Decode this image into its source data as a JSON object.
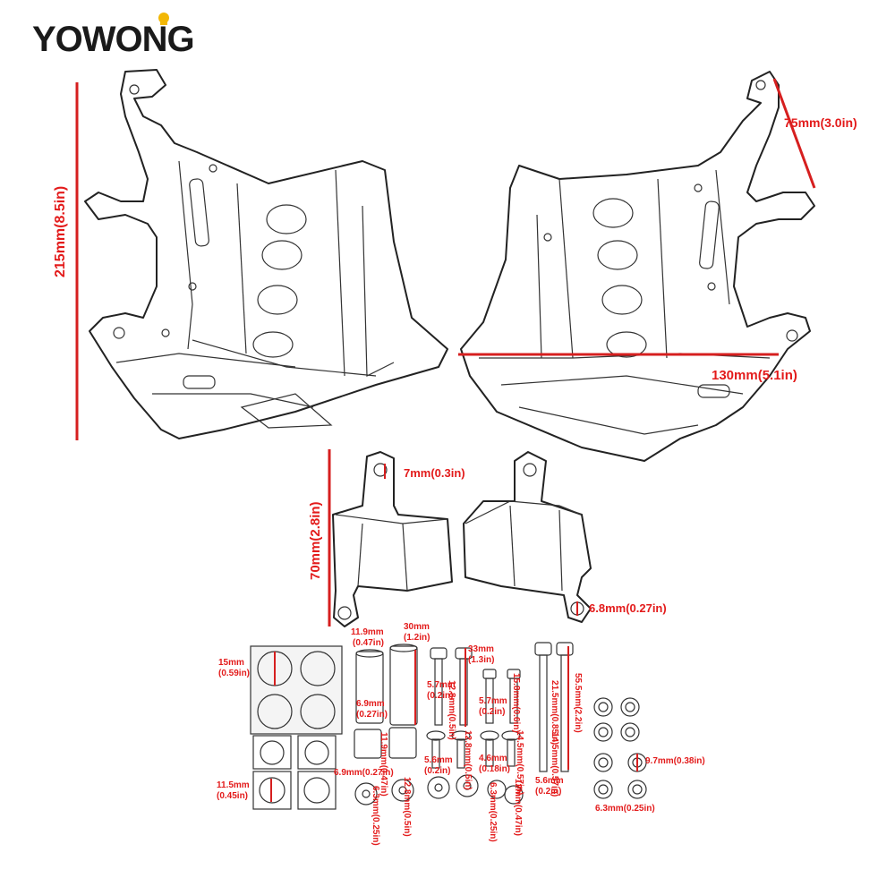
{
  "brand": {
    "logo": "YOWONG",
    "accent": "#e31b1b",
    "logo_color": "#1a1a1a",
    "logo_mark_color": "#f2b705"
  },
  "dimensions": {
    "height_main": "215mm(8.5in)",
    "bracket_arm": "75mm(3.0in)",
    "width_main": "130mm(5.1in)",
    "small_guard_height": "70mm(2.8in)",
    "small_hole_top": "7mm(0.3in)",
    "small_hole_bottom": "6.8mm(0.27in)"
  },
  "hardware": {
    "pad_large_mm": "15mm",
    "pad_large_in": "(0.59in)",
    "pad_small_mm": "11.5mm",
    "pad_small_in": "(0.45in)",
    "spacer_od_mm": "11.9mm",
    "spacer_od_in": "(0.47in)",
    "spacer_len_mm": "30mm",
    "spacer_len_in": "(1.2in)",
    "spacer_id_mm": "6.9mm",
    "spacer_id_in": "(0.27in)",
    "spacer_id2": "6.9mm(0.27in)",
    "spacer2_len": "11.9mm(0.47in)",
    "bolt33_mm": "33mm",
    "bolt33_in": "(1.3in)",
    "bolt_head_mm": "5.7mm",
    "bolt_head_in": "(0.2in)",
    "bolt_v1": "12.8mm(0.5in)",
    "bolt_s1_mm": "5.7mm",
    "bolt_s1_in": "(0.2in)",
    "bolt_v2": "15.8mm(0.6in)",
    "bolt_b1_mm": "5.6mm",
    "bolt_b1_in": "(0.2in)",
    "bolt_v3": "12.8mm(0.5in)",
    "bolt_b2_mm": "4.6mm",
    "bolt_b2_in": "(0.18in)",
    "bolt_v4": "14.5mm(0.57in)",
    "long_v1": "21.5mm(0.85in)",
    "long_v2": "14.5mm(0.57in)",
    "long_head_mm": "5.6mm",
    "long_head_in": "(0.2in)",
    "long_len": "55.5mm(2.2in)",
    "washer_v1": "6.3mm(0.25in)",
    "washer_v2": "12.8mm(0.5in)",
    "washer_v3": "6.3mm(0.25in)",
    "washer_v4": "12mm(0.47in)",
    "nut_od": "9.7mm(0.38in)",
    "nut_id": "6.3mm(0.25in)"
  }
}
